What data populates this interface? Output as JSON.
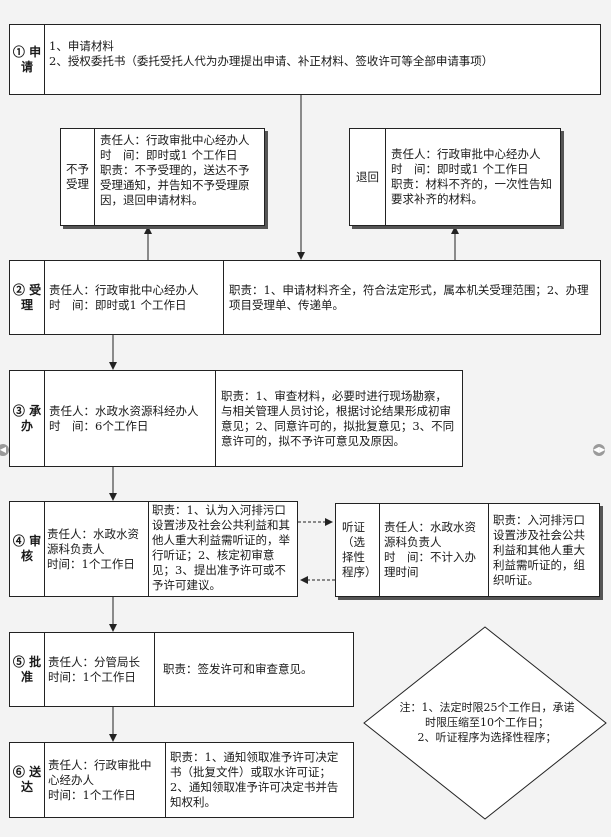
{
  "step1": {
    "label": "①\n申\n请",
    "content": "1、申请材料\n2、授权委托书（委托受托人代为办理提出申请、补正材料、签收许可等全部申请事项）"
  },
  "reject": {
    "label": "不予\n受理",
    "content": "责任人：行政审批中心经办人\n时　间：即时或1 个工作日\n职责：不予受理的，送达不予受理通知，并告知不予受理原因，退回申请材料。"
  },
  "return": {
    "label": "退回",
    "content": "责任人：行政审批中心经办人\n时　间：即时或1 个工作日\n职责：材料不齐的，一次性告知要求补齐的材料。"
  },
  "step2": {
    "label": "②\n受\n理",
    "person": "责任人：行政审批中心经办人\n时　间：即时或1 个工作日",
    "duty": "职责：1、申请材料齐全，符合法定形式，属本机关受理范围；2、办理项目受理单、传递单。"
  },
  "step3": {
    "label": "③\n承\n办",
    "person": "责任人：水政水资源科经办人\n时　间：6个工作日",
    "duty": "职责：1、审查材料，必要时进行现场勘察，与相关管理人员讨论，根据讨论结果形成初审意见；2、同意许可的，拟批复意见；3、不同意许可的，拟不予许可意见及原因。"
  },
  "step4": {
    "label": "④\n审\n核",
    "person": "责任人：水政水资源科负责人\n时间：1个工作日",
    "duty": "职责：1、认为入河排污口设置涉及社会公共利益和其他人重大利益需听证的，举行听证；2、核定初审意见；3、提出准予许可或不予许可建议。"
  },
  "hearing": {
    "label": "听证\n（选择性程序）",
    "person": "责任人：水政水资源科负责人\n时　间：不计入办理时间",
    "duty": "职责：入河排污口设置涉及社会公共利益和其他人重大利益需听证的，组织听证。"
  },
  "step5": {
    "label": "⑤\n批\n准",
    "person": "责任人：分管局长\n时间：1个工作日",
    "duty": "职责：签发许可和审查意见。"
  },
  "step6": {
    "label": "⑥\n送\n达",
    "person": "责任人：行政审批中心经办人\n时间：1个工作日",
    "duty": "职责：1、通知领取准予许可决定书（批复文件）或取水许可证；2、通知领取准予许可决定书并告知权利。"
  },
  "note": "注：1、法定时限25个工作日，承诺时限压缩至10个工作日；\n2、听证程序为选择性程序；",
  "nav": {
    "left_icon": "arrow-left-icon",
    "right_icon": "arrows-horizontal-icon"
  }
}
